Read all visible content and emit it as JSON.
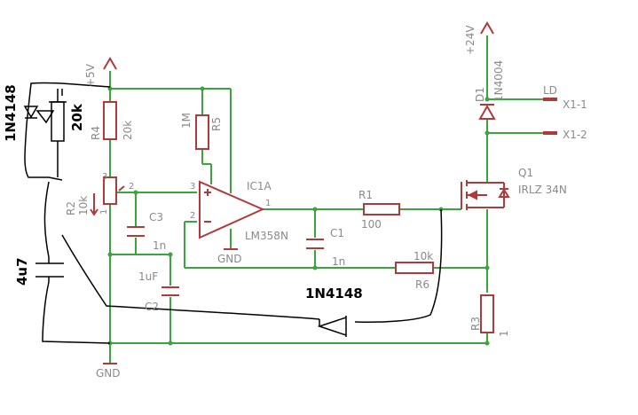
{
  "labels": {
    "plus5v": "+5V",
    "plus24v": "+24V",
    "gnd_top": "GND",
    "gnd_bottom": "GND",
    "r4_name": "R4",
    "r4_val": "20k",
    "r5_name": "R5",
    "r5_val": "1M",
    "r2_name": "R2",
    "r2_val": "10k",
    "pin3_r2": "3",
    "pin2_r2": "2",
    "pin1_r2": "1",
    "c3_name": "C3",
    "c3_val": "1n",
    "ic_name": "IC1A",
    "ic_val": "LM358N",
    "pin3": "3",
    "pin2": "2",
    "pin1": "1",
    "r1_name": "R1",
    "r1_val": "100",
    "c1_name": "C1",
    "c1_val": "1n",
    "c2_name": "C2",
    "c2_val": "1uF",
    "r6_name": "R6",
    "r6_val": "10k",
    "d1_name": "D1",
    "d1_val": "1N4004",
    "ld": "LD",
    "x1_1": "X1-1",
    "x1_2": "X1-2",
    "q1_name": "Q1",
    "q1_val": "IRLZ 34N",
    "r3_name": "R3",
    "r3_val": "1"
  },
  "handwritten": {
    "diode_left": "1N4148",
    "res_left": "20k",
    "cap_left": "4u7",
    "diode_bottom": "1N4148"
  },
  "colors": {
    "wire": "#3aa53a",
    "component": "#b03a3a",
    "text": "#8a8a8a",
    "ink": "#000000"
  }
}
